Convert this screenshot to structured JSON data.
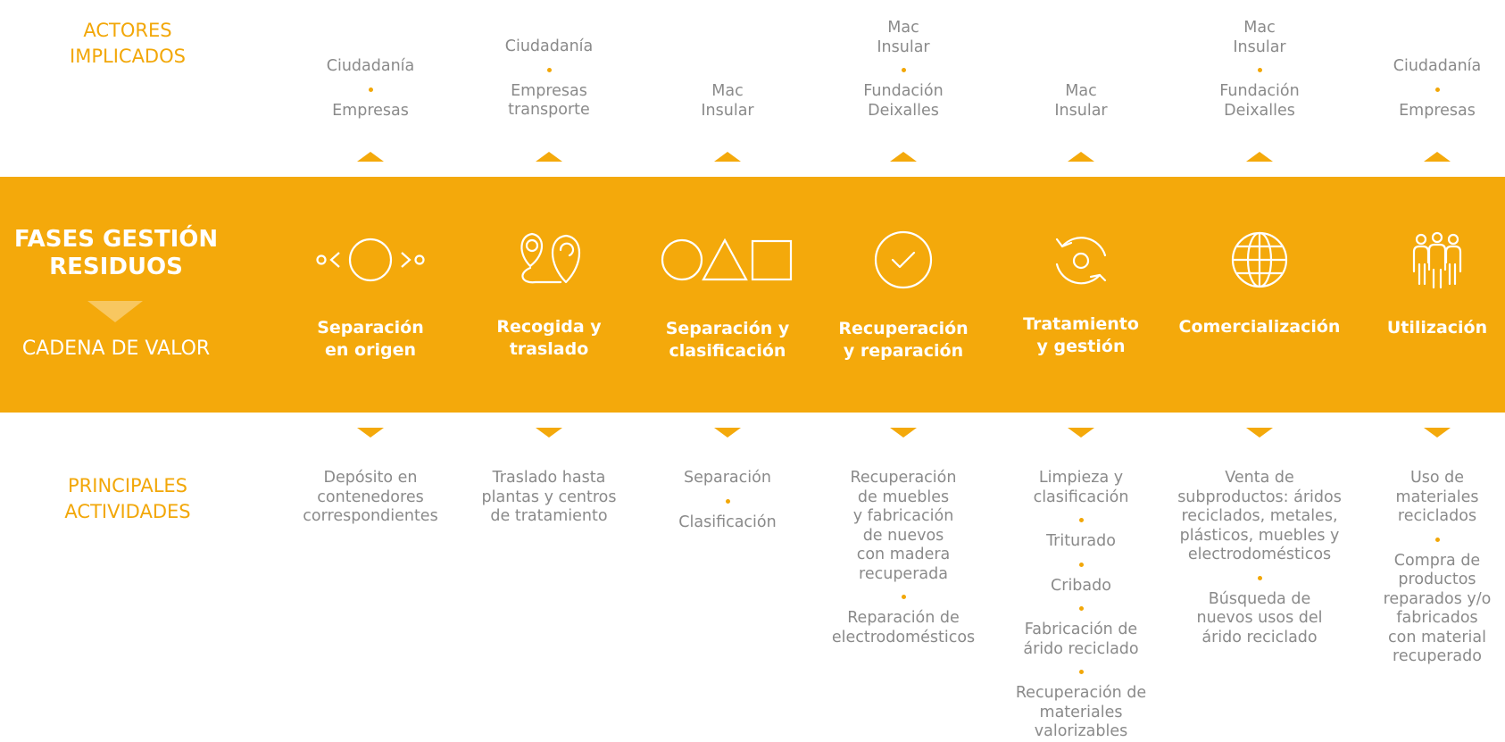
{
  "labels": {
    "actors": [
      "ACTORES",
      "IMPLICADOS"
    ],
    "activities": [
      "PRINCIPALES",
      "ACTIVIDADES"
    ],
    "band_title": [
      "FASES GESTIÓN",
      "RESIDUOS"
    ],
    "band_sub": "CADENA DE VALOR"
  },
  "colors": {
    "accent": "#f4a90b",
    "label": "#f2a708",
    "text_gray": "#8a8a8a"
  },
  "phases": [
    {
      "icon": "pipeline-circle-icon",
      "title": [
        "Separación",
        "en origen"
      ],
      "actors": [
        [
          "Ciudadanía"
        ],
        [
          "Empresas"
        ]
      ],
      "activities": [
        [
          "Depósito en",
          "contenedores",
          "correspondientes"
        ]
      ]
    },
    {
      "icon": "route-pins-icon",
      "title": [
        "Recogida y",
        "traslado"
      ],
      "actors": [
        [
          "Ciudadanía"
        ],
        [
          "Empresas",
          "transporte"
        ]
      ],
      "activities": [
        [
          "Traslado hasta",
          "plantas y centros",
          "de tratamiento"
        ]
      ]
    },
    {
      "icon": "shapes-icon",
      "title": [
        "Separación y",
        "clasificación"
      ],
      "actors": [
        [
          "Mac",
          "Insular"
        ]
      ],
      "activities": [
        [
          "Separación"
        ],
        [
          "Clasificación"
        ]
      ]
    },
    {
      "icon": "check-circle-icon",
      "title": [
        "Recuperación",
        "y reparación"
      ],
      "actors": [
        [
          "Mac",
          "Insular"
        ],
        [
          "Fundación",
          "Deixalles"
        ]
      ],
      "activities": [
        [
          "Recuperación",
          "de muebles",
          "y fabricación",
          "de nuevos",
          "con madera",
          "recuperada"
        ],
        [
          "Reparación de",
          "electrodomésticos"
        ]
      ]
    },
    {
      "icon": "recycle-cycle-icon",
      "title": [
        "Tratamiento",
        "y gestión"
      ],
      "actors": [
        [
          "Mac",
          "Insular"
        ]
      ],
      "activities": [
        [
          "Limpieza y",
          "clasificación"
        ],
        [
          "Triturado"
        ],
        [
          "Cribado"
        ],
        [
          "Fabricación de",
          "árido reciclado"
        ],
        [
          "Recuperación de",
          "materiales valorizables"
        ]
      ]
    },
    {
      "icon": "globe-icon",
      "title": [
        "Comercialización"
      ],
      "actors": [
        [
          "Mac",
          "Insular"
        ],
        [
          "Fundación",
          "Deixalles"
        ]
      ],
      "activities": [
        [
          "Venta de",
          "subproductos: áridos",
          "reciclados, metales,",
          "plásticos, muebles y",
          "electrodomésticos"
        ],
        [
          "Búsqueda de",
          "nuevos usos del",
          "árido reciclado"
        ]
      ]
    },
    {
      "icon": "people-group-icon",
      "title": [
        "Utilización"
      ],
      "actors": [
        [
          "Ciudadanía"
        ],
        [
          "Empresas"
        ]
      ],
      "activities": [
        [
          "Uso de",
          "materiales",
          "reciclados"
        ],
        [
          "Compra de",
          "productos",
          "reparados y/o",
          "fabricados",
          "con material",
          "recuperado"
        ]
      ]
    }
  ]
}
